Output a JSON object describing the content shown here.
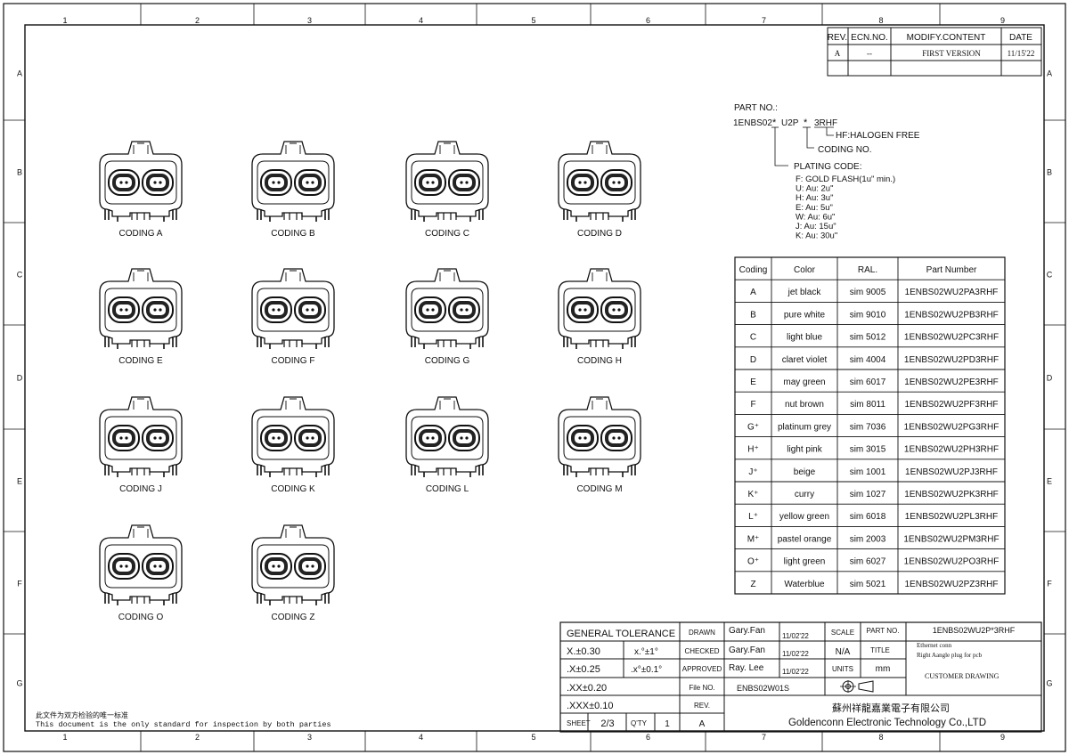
{
  "border": {
    "cols_top": [
      "1",
      "2",
      "3",
      "4",
      "5",
      "6",
      "7",
      "8",
      "9"
    ],
    "cols_bottom": [
      "1",
      "2",
      "3",
      "4",
      "5",
      "6",
      "7",
      "8",
      "9"
    ],
    "rows": [
      "A",
      "B",
      "C",
      "D",
      "E",
      "F",
      "G"
    ]
  },
  "revision": {
    "headers": [
      "REV.",
      "ECN.NO.",
      "MODIFY.CONTENT",
      "DATE"
    ],
    "rows": [
      [
        "A",
        "--",
        "FIRST VERSION",
        "11/15'22"
      ]
    ]
  },
  "part_no": {
    "title": "PART NO.:",
    "code": "1ENBS02",
    "star1": "*",
    "u2p": "U2P",
    "star2": "*",
    "suffix": "3RHF",
    "hf": "HF:HALOGEN FREE",
    "coding_no": "CODING NO.",
    "plating_title": "PLATING CODE:",
    "plating_lines": [
      "F: GOLD FLASH(1u\" min.)",
      "U: Au: 2u\"",
      "H: Au: 3u\"",
      "E: Au: 5u\"",
      "W: Au: 6u\"",
      "J: Au: 15u\"",
      "K: Au: 30u\""
    ]
  },
  "connectors": [
    {
      "label": "CODING A"
    },
    {
      "label": "CODING B"
    },
    {
      "label": "CODING C"
    },
    {
      "label": "CODING D"
    },
    {
      "label": "CODING E"
    },
    {
      "label": "CODING F"
    },
    {
      "label": "CODING G"
    },
    {
      "label": "CODING H"
    },
    {
      "label": "CODING J"
    },
    {
      "label": "CODING K"
    },
    {
      "label": "CODING L"
    },
    {
      "label": "CODING M"
    },
    {
      "label": "CODING O"
    },
    {
      "label": "CODING Z"
    }
  ],
  "coding_table": {
    "headers": [
      "Coding",
      "Color",
      "RAL.",
      "Part Number"
    ],
    "rows": [
      [
        "A",
        "jet black",
        "sim  9005",
        "1ENBS02WU2PA3RHF"
      ],
      [
        "B",
        "pure white",
        "sim  9010",
        "1ENBS02WU2PB3RHF"
      ],
      [
        "C",
        "light blue",
        "sim  5012",
        "1ENBS02WU2PC3RHF"
      ],
      [
        "D",
        "claret violet",
        "sim  4004",
        "1ENBS02WU2PD3RHF"
      ],
      [
        "E",
        "may green",
        "sim  6017",
        "1ENBS02WU2PE3RHF"
      ],
      [
        "F",
        "nut brown",
        "sim  8011",
        "1ENBS02WU2PF3RHF"
      ],
      [
        "G⁺",
        "platinum grey",
        "sim  7036",
        "1ENBS02WU2PG3RHF"
      ],
      [
        "H⁺",
        "light pink",
        "sim  3015",
        "1ENBS02WU2PH3RHF"
      ],
      [
        "J⁺",
        "beige",
        "sim  1001",
        "1ENBS02WU2PJ3RHF"
      ],
      [
        "K⁺",
        "curry",
        "sim  1027",
        "1ENBS02WU2PK3RHF"
      ],
      [
        "L⁺",
        "yellow green",
        "sim  6018",
        "1ENBS02WU2PL3RHF"
      ],
      [
        "M⁺",
        "pastel orange",
        "sim  2003",
        "1ENBS02WU2PM3RHF"
      ],
      [
        "O⁺",
        "light green",
        "sim  6027",
        "1ENBS02WU2PO3RHF"
      ],
      [
        "Z",
        "Waterblue",
        "sim  5021",
        "1ENBS02WU2PZ3RHF"
      ]
    ]
  },
  "title_block": {
    "general_tolerance": "GENERAL TOLERANCE",
    "tol_x": "X.±0.30",
    "tol_angle1": "x.°±1°",
    "tol_xx1": ".X±0.25",
    "tol_angle2": ".x°±0.1°",
    "tol_xx2": ".XX±0.20",
    "tol_xxx": ".XXX±0.10",
    "drawn_label": "DRAWN",
    "drawn_name": "Gary.Fan",
    "drawn_date": "11/02'22",
    "checked_label": "CHECKED",
    "checked_name": "Gary.Fan",
    "checked_date": "11/02'22",
    "approved_label": "APPROVED",
    "approved_name": "Ray. Lee",
    "approved_date": "11/02'22",
    "file_label": "File NO.",
    "file_no": "ENBS02W01S",
    "rev_label": "REV.",
    "rev_value": "A",
    "scale_label": "SCALE",
    "scale_value": "N/A",
    "units_label": "UNITS",
    "units_value": "mm",
    "partno_label": "PART NO.",
    "partno_value": "1ENBS02WU2P*3RHF",
    "title_label": "TITLE",
    "title_line1": "Ethernet conn",
    "title_line2": "Right Aangle plug for pcb",
    "customer": "CUSTOMER  DRAWING",
    "sheet_label": "SHEET",
    "sheet_value": "2/3",
    "qty_label": "Q'TY",
    "qty_value": "1",
    "company_cn": "蘇州祥龍嘉業電子有限公司",
    "company_en": "Goldenconn  Electronic  Technology  Co.,LTD"
  },
  "footer_note": {
    "cn": "此文件为双方检验的唯一标准",
    "en": "This document is the only standard for inspection by both parties"
  }
}
